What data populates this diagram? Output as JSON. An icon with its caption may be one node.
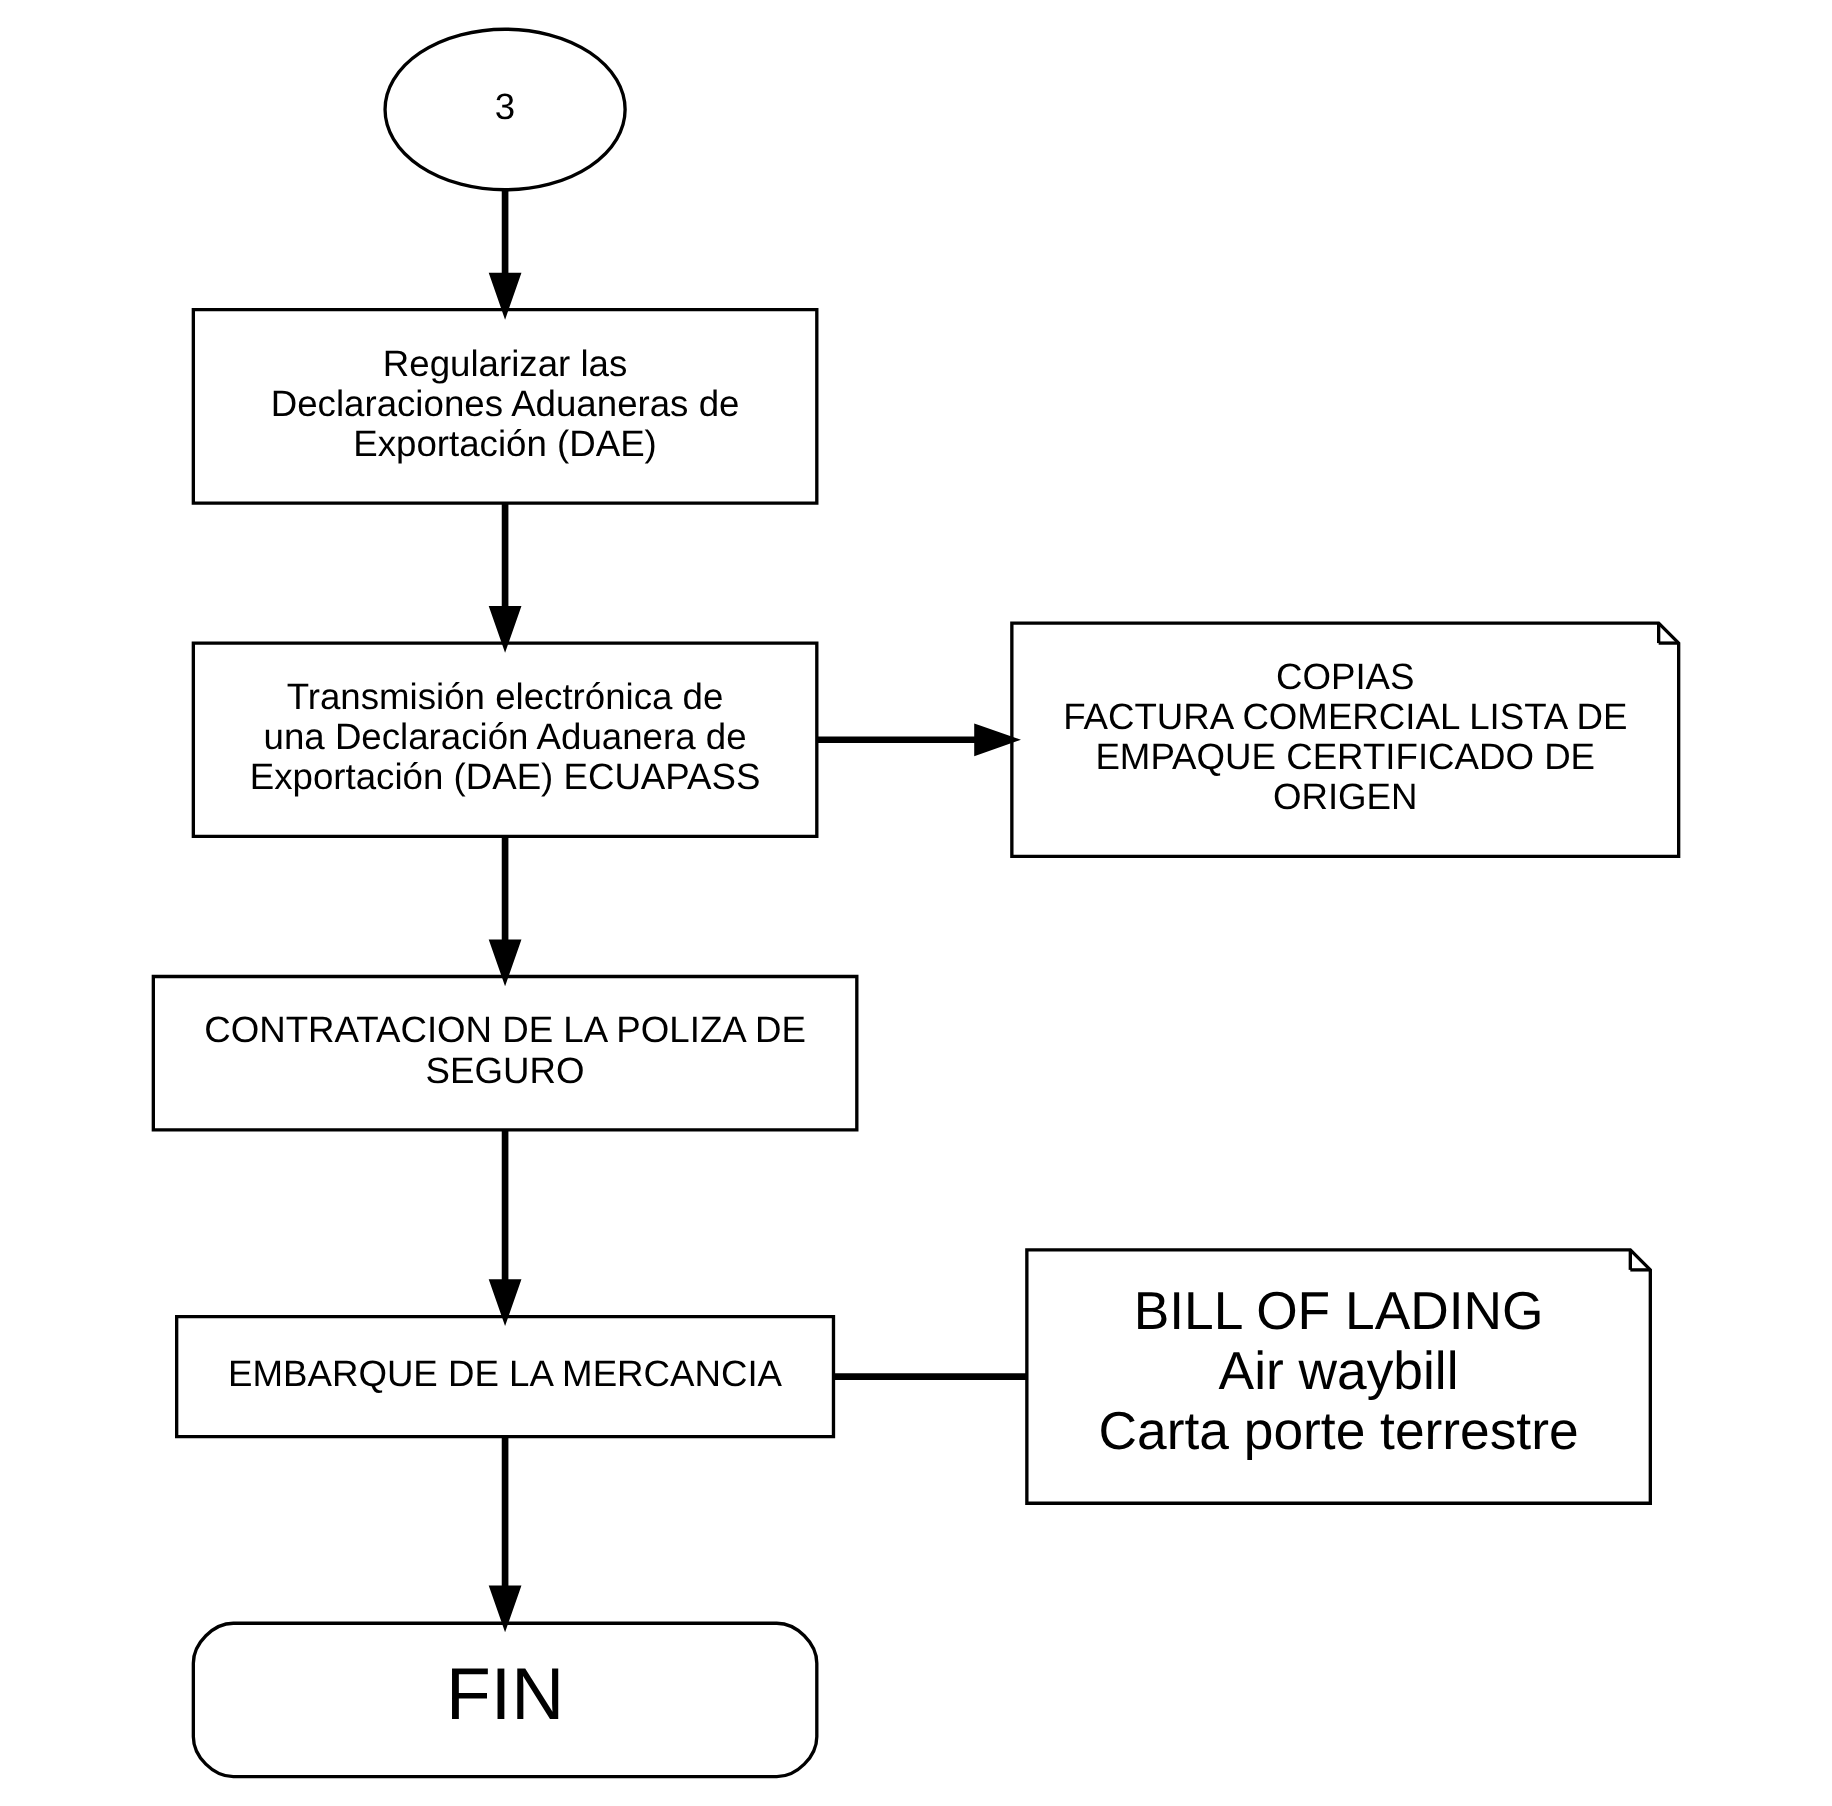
{
  "diagram": {
    "nodes": [
      {
        "text": [
          "3"
        ]
      },
      {
        "text": [
          "Regularizar las Declaraciones Aduaneras de Exportación (DAE)"
        ]
      },
      {
        "text": [
          "Transmisión electrónica de una Declaración Aduanera de Exportación (DAE) ECUAPASS"
        ]
      },
      {
        "text": [
          "COPIAS",
          "FACTURA COMERCIAL LISTA DE EMPAQUE CERTIFICADO DE ORIGEN"
        ]
      },
      {
        "text": [
          "CONTRATACION DE LA POLIZA DE SEGURO"
        ]
      },
      {
        "text": [
          "EMBARQUE DE LA MERCANCIA"
        ]
      },
      {
        "text": [
          "BILL OF LADING",
          "Air waybill",
          "Carta porte terrestre"
        ]
      },
      {
        "text": [
          "FIN"
        ]
      }
    ],
    "edges": [
      {
        "from": 0,
        "to": 1,
        "arrow": "to"
      },
      {
        "from": 1,
        "to": 2,
        "arrow": "to"
      },
      {
        "from": 2,
        "to": 3,
        "arrow": "to"
      },
      {
        "from": 2,
        "to": 4,
        "arrow": "to"
      },
      {
        "from": 4,
        "to": 5,
        "arrow": "to"
      },
      {
        "from": 5,
        "to": 6,
        "arrow": "none"
      },
      {
        "from": 5,
        "to": 7,
        "arrow": "to"
      }
    ]
  }
}
